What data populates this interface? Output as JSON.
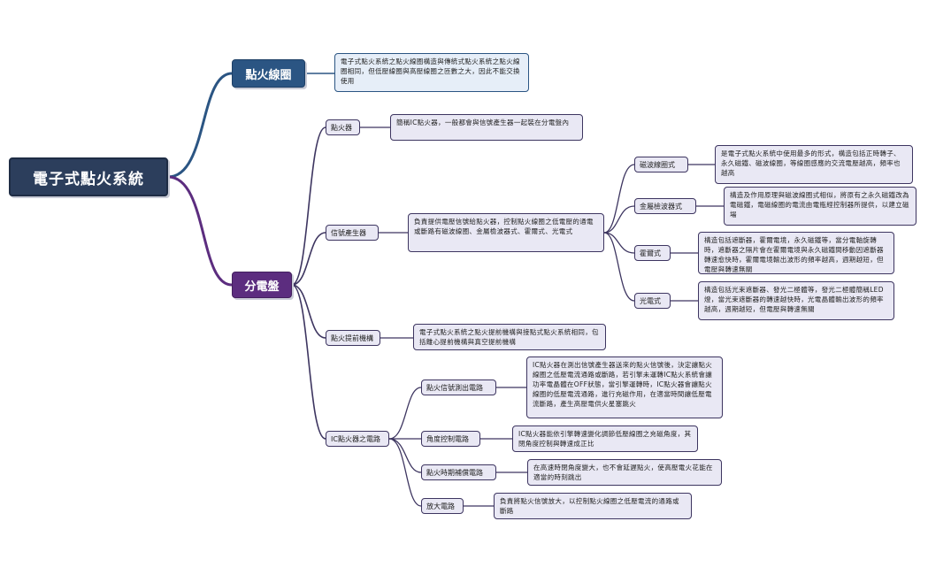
{
  "colors": {
    "root": "#2c3e5c",
    "branch_blue": "#2b5583",
    "branch_purple": "#5c2d7f",
    "node_fill": "#e9e8f4"
  },
  "root": "電子式點火系統",
  "branches": {
    "coil": {
      "label": "點火線圈",
      "note": "電子式點火系統之點火線圈構造與傳統式點火系統之點火線圈相同，但低壓線圈與高壓線圈之匝數之大，因此不能交換使用"
    },
    "distributor": {
      "label": "分電盤",
      "igniter": {
        "label": "點火器",
        "note": "簡稱IC點火器，一般都會與信號產生器一起裝在分電盤內"
      },
      "signal": {
        "label": "信號產生器",
        "note": "負責提供電壓信號給點火器，控制點火線圈之低電壓的通電或斷路有磁波線圈、金屬檢波器式、霍爾式、光電式",
        "types": [
          {
            "label": "磁波線圈式",
            "note": "是電子式點火系統中使用最多的形式，構造包括正時轉子、永久磁鐵、磁波線圈，等線圈感應的交流電壓越高，頻率也越高"
          },
          {
            "label": "金屬檢波器式",
            "note": "構造及作用原理與磁波線圈式相似，將原有之永久磁鐵改為電磁鐵，電磁線圈的電流由電瓶經控制器所提供，以建立磁場"
          },
          {
            "label": "霍爾式",
            "note": "構造包括遮斷器，霍爾電境，永久磁鐵等，當分電軸旋轉時，遮斷器之隔片會在霍爾電境與永久磁鐵間移動因遮斷器轉速愈快時，霍爾電境輸出波形的頻率越高，週期越短，但電壓與轉速無關"
          },
          {
            "label": "光電式",
            "note": "構造包括光束遮斷器、發光二極體等，發光二極體簡稱LED燈，當光束遮斷器的轉速越快時，光電晶體輸出波形的頻率越高，週期越短，但電壓與轉速無關"
          }
        ]
      },
      "advance": {
        "label": "點火提前機構",
        "note": "電子式點火系統之點火提前機構與接點式點火系統相同，包括離心提前機構與真空提前機構"
      },
      "circuit": {
        "label": "IC點火器之電路",
        "children": [
          {
            "label": "點火信號測出電路",
            "note": "IC點火器在測出信號產生器送來的點火信號後，決定讓點火線圈之低壓電流通路或斷路，若引擎未運轉IC點火系統會讓功率電晶體在OFF狀態，當引擎運轉時，IC點火器會讓點火線圈的低壓電流通路，進行充磁作用，在適當時間讓低壓電流斷路，產生高壓電供火星塞跳火"
          },
          {
            "label": "角度控制電路",
            "note": "IC點火器能依引擎轉速變化調節低壓線圈之充磁角度，其閉角度控制與轉速成正比"
          },
          {
            "label": "點火時期補償電路",
            "note": "在高速時閉角度變大，也不會延遲點火，使高壓電火花能在適當的時刻跳出"
          },
          {
            "label": "放大電路",
            "note": "負責將點火信號放大，以控制點火線圈之低壓電流的通路或斷路"
          }
        ]
      }
    }
  }
}
